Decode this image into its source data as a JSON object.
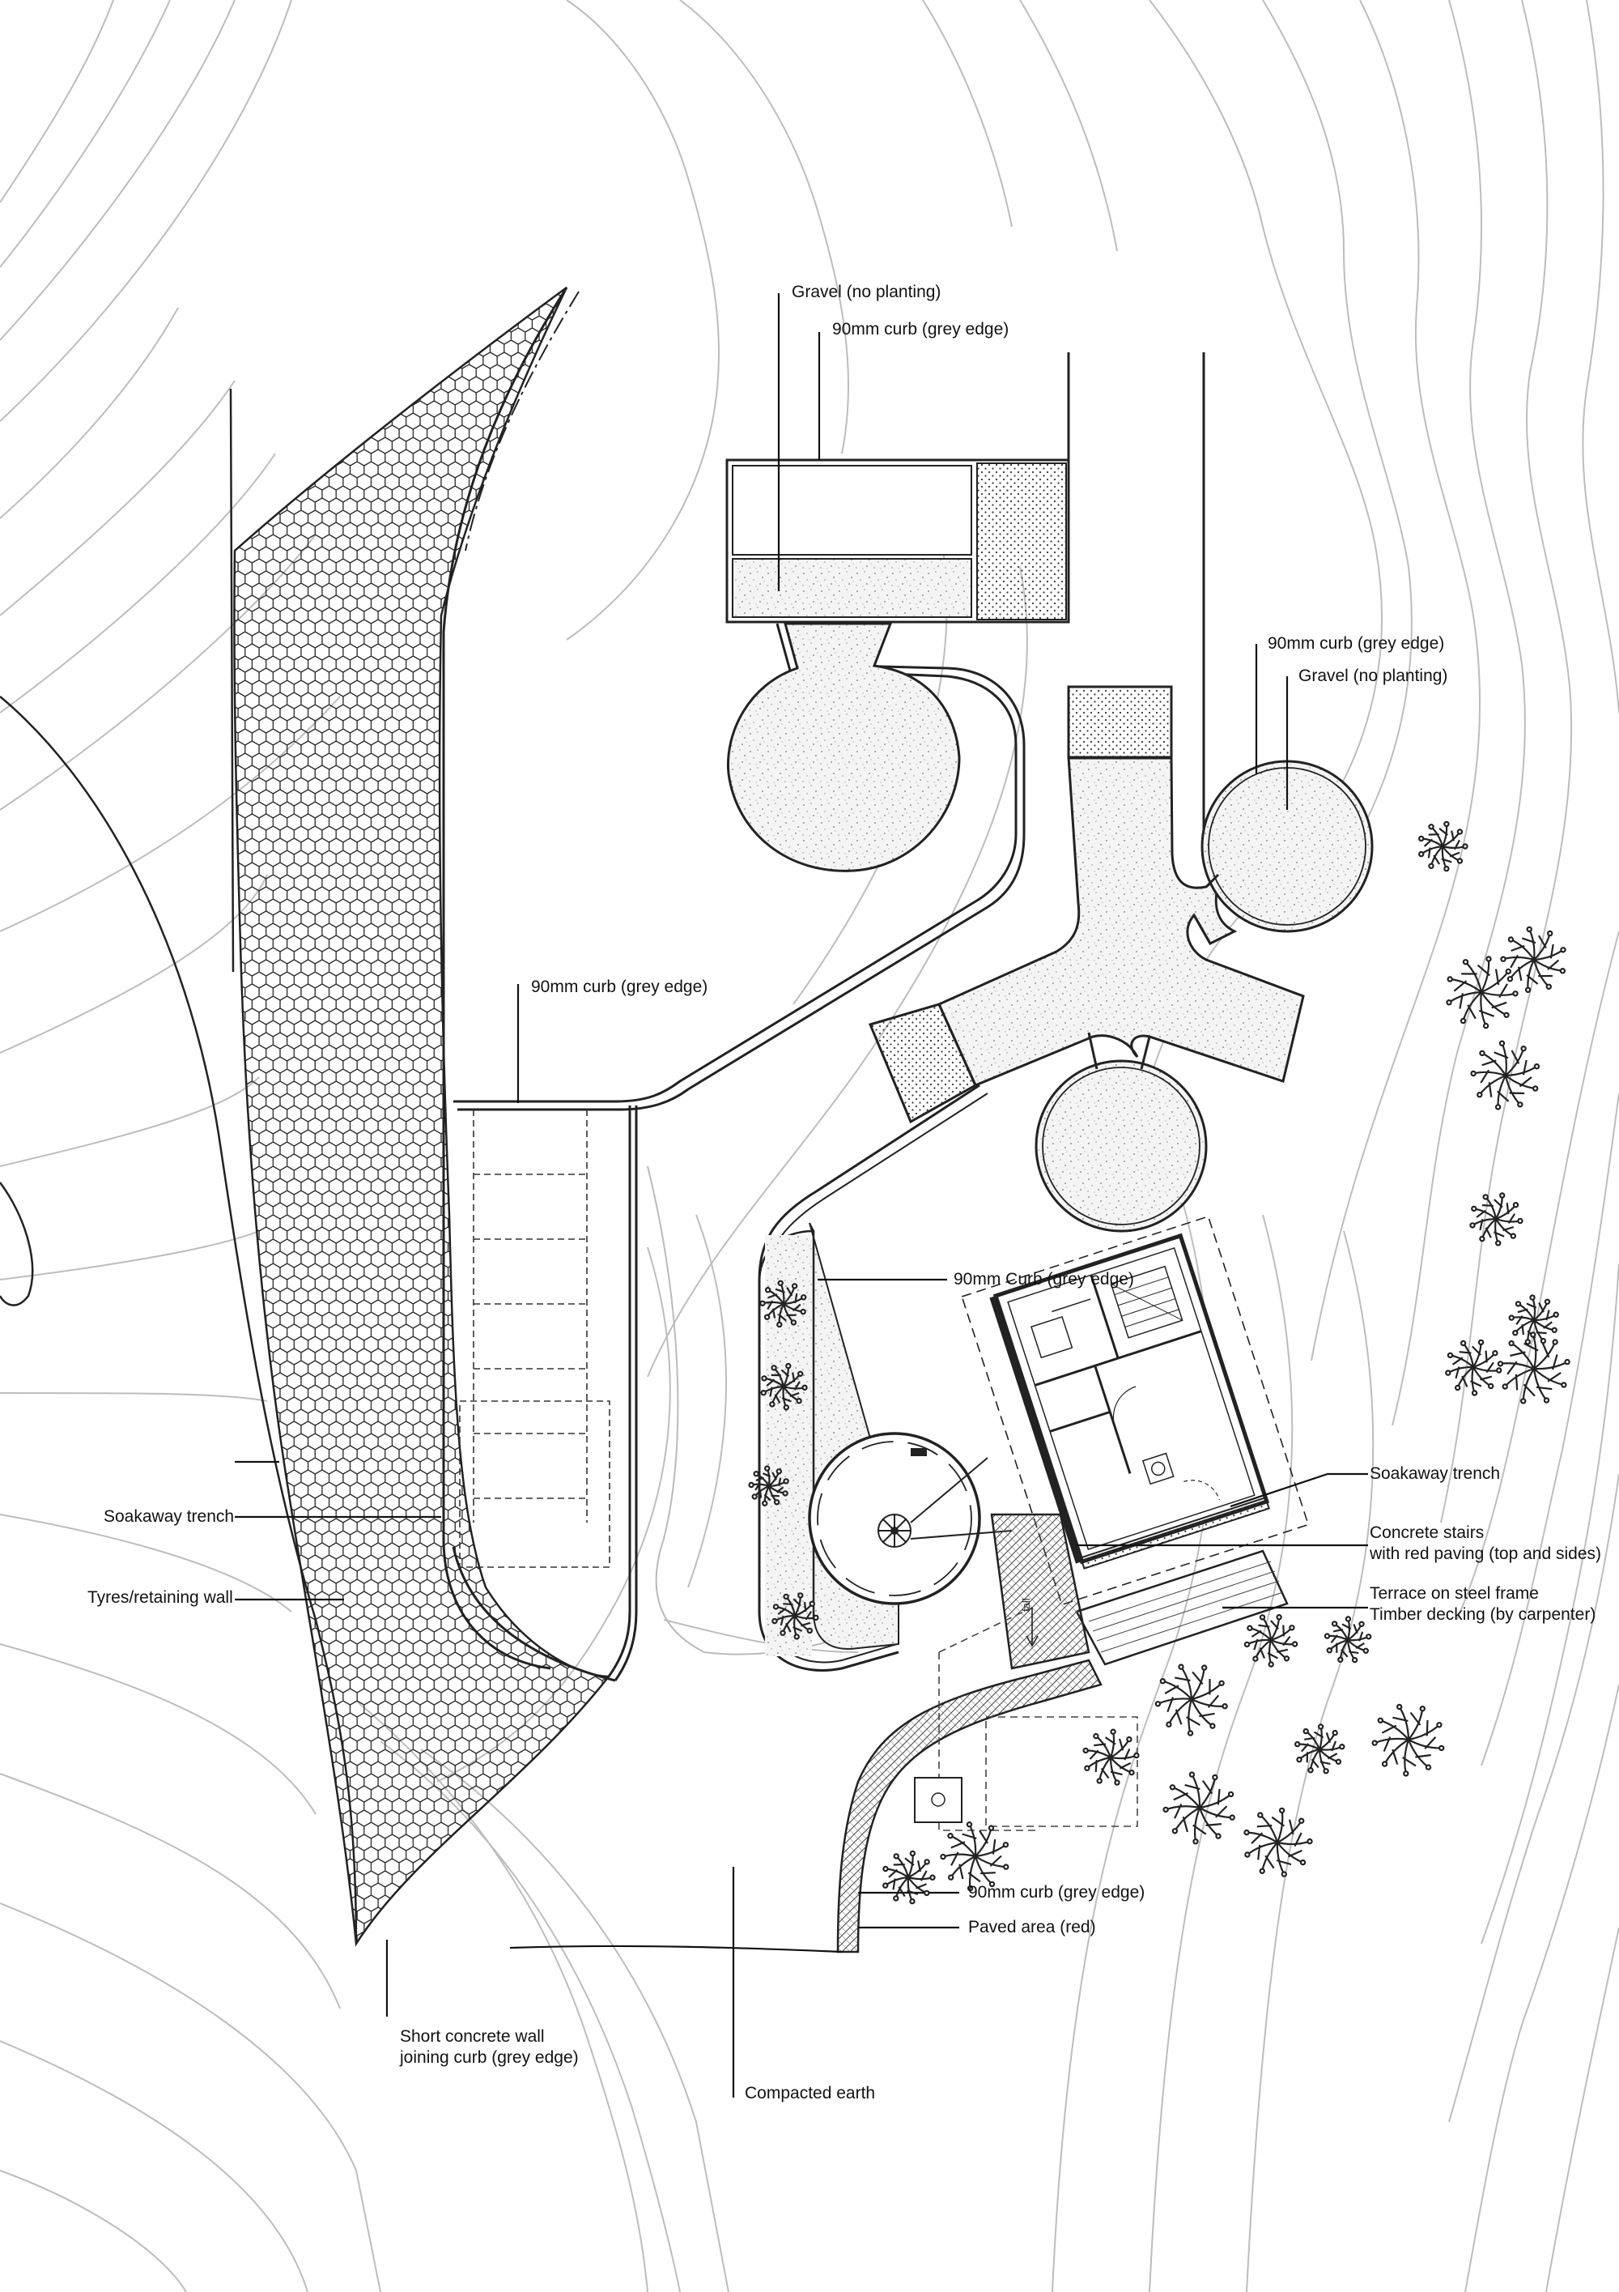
{
  "labels": {
    "gravel_north": "Gravel (no planting)",
    "curb_north": "90mm curb (grey edge)",
    "curb_east": "90mm curb (grey edge)",
    "gravel_east": "Gravel (no planting)",
    "curb_parking": "90mm curb (grey edge)",
    "curb_garden": "90mm Curb (grey edge)",
    "soakaway_east": "Soakaway trench",
    "stairs_line1": "Concrete stairs",
    "stairs_line2": "with red paving (top and sides)",
    "terrace_line1": "Terrace on steel frame",
    "terrace_line2": "Timber decking (by carpenter)",
    "soakaway_west": "Soakaway trench",
    "tyres": "Tyres/retaining wall",
    "curb_south": "90mm curb (grey edge)",
    "paved": "Paved area (red)",
    "wall_line1": "Short concrete wall",
    "wall_line2": "joining curb (grey edge)",
    "compacted": "Compacted earth",
    "fall": "fall"
  },
  "colors": {
    "contour": "#bdbdbd",
    "ink": "#1a1a1a",
    "gravel_fill": "#ededed"
  }
}
